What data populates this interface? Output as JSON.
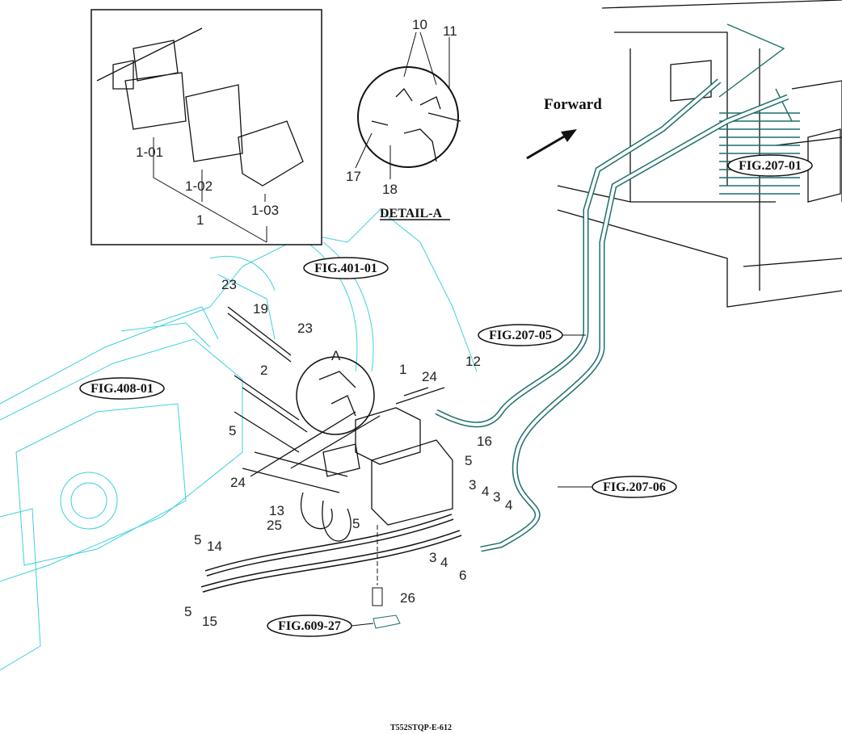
{
  "diagram": {
    "forward_label": "Forward",
    "detail_title": "DETAIL-A",
    "detail_marker": "A",
    "footer_code": "T552STQP-E-612",
    "figure_refs": [
      "FIG.207-01",
      "FIG.401-01",
      "FIG.408-01",
      "FIG.207-05",
      "FIG.207-06",
      "FIG.609-27"
    ],
    "inset_labels": [
      "1-01",
      "1-02",
      "1",
      "1-03"
    ],
    "detail_labels": [
      "10",
      "11",
      "17",
      "18"
    ],
    "callouts": [
      "23",
      "19",
      "23",
      "2",
      "1",
      "24",
      "12",
      "16",
      "5",
      "24",
      "5",
      "3",
      "4",
      "3",
      "4",
      "13",
      "25",
      "5",
      "3",
      "4",
      "6",
      "5",
      "14",
      "5",
      "15",
      "26"
    ],
    "colors": {
      "background_line": "#3fd0dc",
      "hose": "#1d6f6a",
      "ink": "#111111"
    }
  }
}
